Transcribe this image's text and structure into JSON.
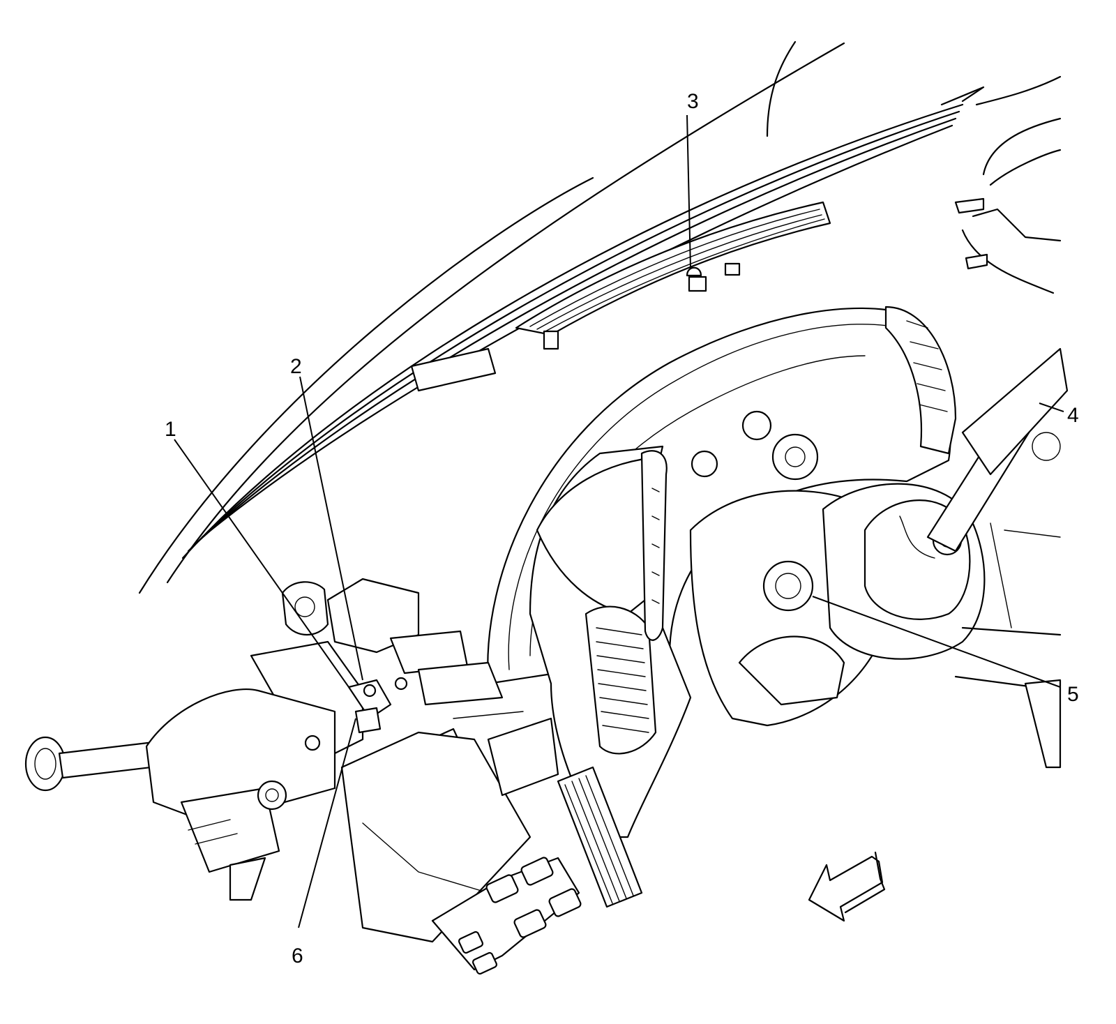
{
  "callouts": [
    {
      "id": "1",
      "label": "1"
    },
    {
      "id": "2",
      "label": "2"
    },
    {
      "id": "3",
      "label": "3"
    },
    {
      "id": "4",
      "label": "4"
    },
    {
      "id": "5",
      "label": "5"
    },
    {
      "id": "6",
      "label": "6"
    }
  ],
  "icons": {
    "view_direction": "arrow-left-down-icon"
  }
}
